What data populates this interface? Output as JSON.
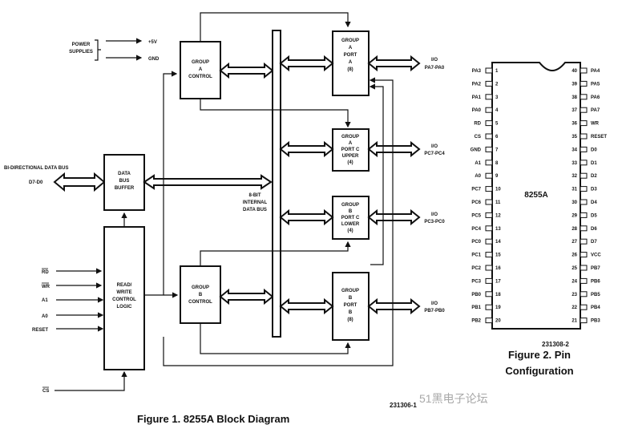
{
  "block_diagram": {
    "power": {
      "label_1": "POWER",
      "label_2": "SUPPLIES",
      "vcc": "+5V",
      "gnd": "GND"
    },
    "data_bus_label": "BI-DIRECTIONAL DATA BUS",
    "data_bus_pins": "D7-D0",
    "data_bus_buffer": [
      "DATA",
      "BUS",
      "BUFFER"
    ],
    "rw_logic": [
      "READ/",
      "WRITE",
      "CONTROL",
      "LOGIC"
    ],
    "inputs": [
      "RD",
      "WR",
      "A1",
      "A0",
      "RESET"
    ],
    "cs": "CS",
    "group_a_control": [
      "GROUP",
      "A",
      "CONTROL"
    ],
    "group_b_control": [
      "GROUP",
      "B",
      "CONTROL"
    ],
    "internal_bus": [
      "8-BIT",
      "INTERNAL",
      "DATA BUS"
    ],
    "port_a": [
      "GROUP",
      "A",
      "PORT",
      "A",
      "(8)"
    ],
    "port_c_upper": [
      "GROUP",
      "A",
      "PORT C",
      "UPPER",
      "(4)"
    ],
    "port_c_lower": [
      "GROUP",
      "B",
      "PORT C",
      "LOWER",
      "(4)"
    ],
    "port_b": [
      "GROUP",
      "B",
      "PORT",
      "B",
      "(8)"
    ],
    "io_labels": [
      {
        "io": "I/O",
        "pins": "PA7-PA0"
      },
      {
        "io": "I/O",
        "pins": "PC7-PC4"
      },
      {
        "io": "I/O",
        "pins": "PC3-PC0"
      },
      {
        "io": "I/O",
        "pins": "PB7-PB0"
      }
    ],
    "ref": "231306-1",
    "caption": "Figure 1. 8255A Block Diagram"
  },
  "pin_config": {
    "chip_name": "8255A",
    "left_pins": [
      "PA3",
      "PA2",
      "PA1",
      "PA0",
      "RD",
      "CS",
      "GND",
      "A1",
      "A0",
      "PC7",
      "PC6",
      "PC5",
      "PC4",
      "PC0",
      "PC1",
      "PC2",
      "PC3",
      "PB0",
      "PB1",
      "PB2"
    ],
    "right_pins": [
      "PA4",
      "PA5",
      "PA6",
      "PA7",
      "WR",
      "RESET",
      "D0",
      "D1",
      "D2",
      "D3",
      "D4",
      "D5",
      "D6",
      "D7",
      "VCC",
      "PB7",
      "PB6",
      "PB5",
      "PB4",
      "PB3"
    ],
    "left_numbers": [
      "1",
      "2",
      "3",
      "4",
      "5",
      "6",
      "7",
      "8",
      "9",
      "10",
      "11",
      "12",
      "13",
      "14",
      "15",
      "16",
      "17",
      "18",
      "19",
      "20"
    ],
    "right_numbers": [
      "40",
      "39",
      "38",
      "37",
      "36",
      "35",
      "34",
      "33",
      "32",
      "31",
      "30",
      "29",
      "28",
      "27",
      "26",
      "25",
      "24",
      "23",
      "22",
      "21"
    ],
    "ref": "231308-2",
    "caption_1": "Figure 2. Pin",
    "caption_2": "Configuration"
  },
  "watermark": "51黑电子论坛"
}
